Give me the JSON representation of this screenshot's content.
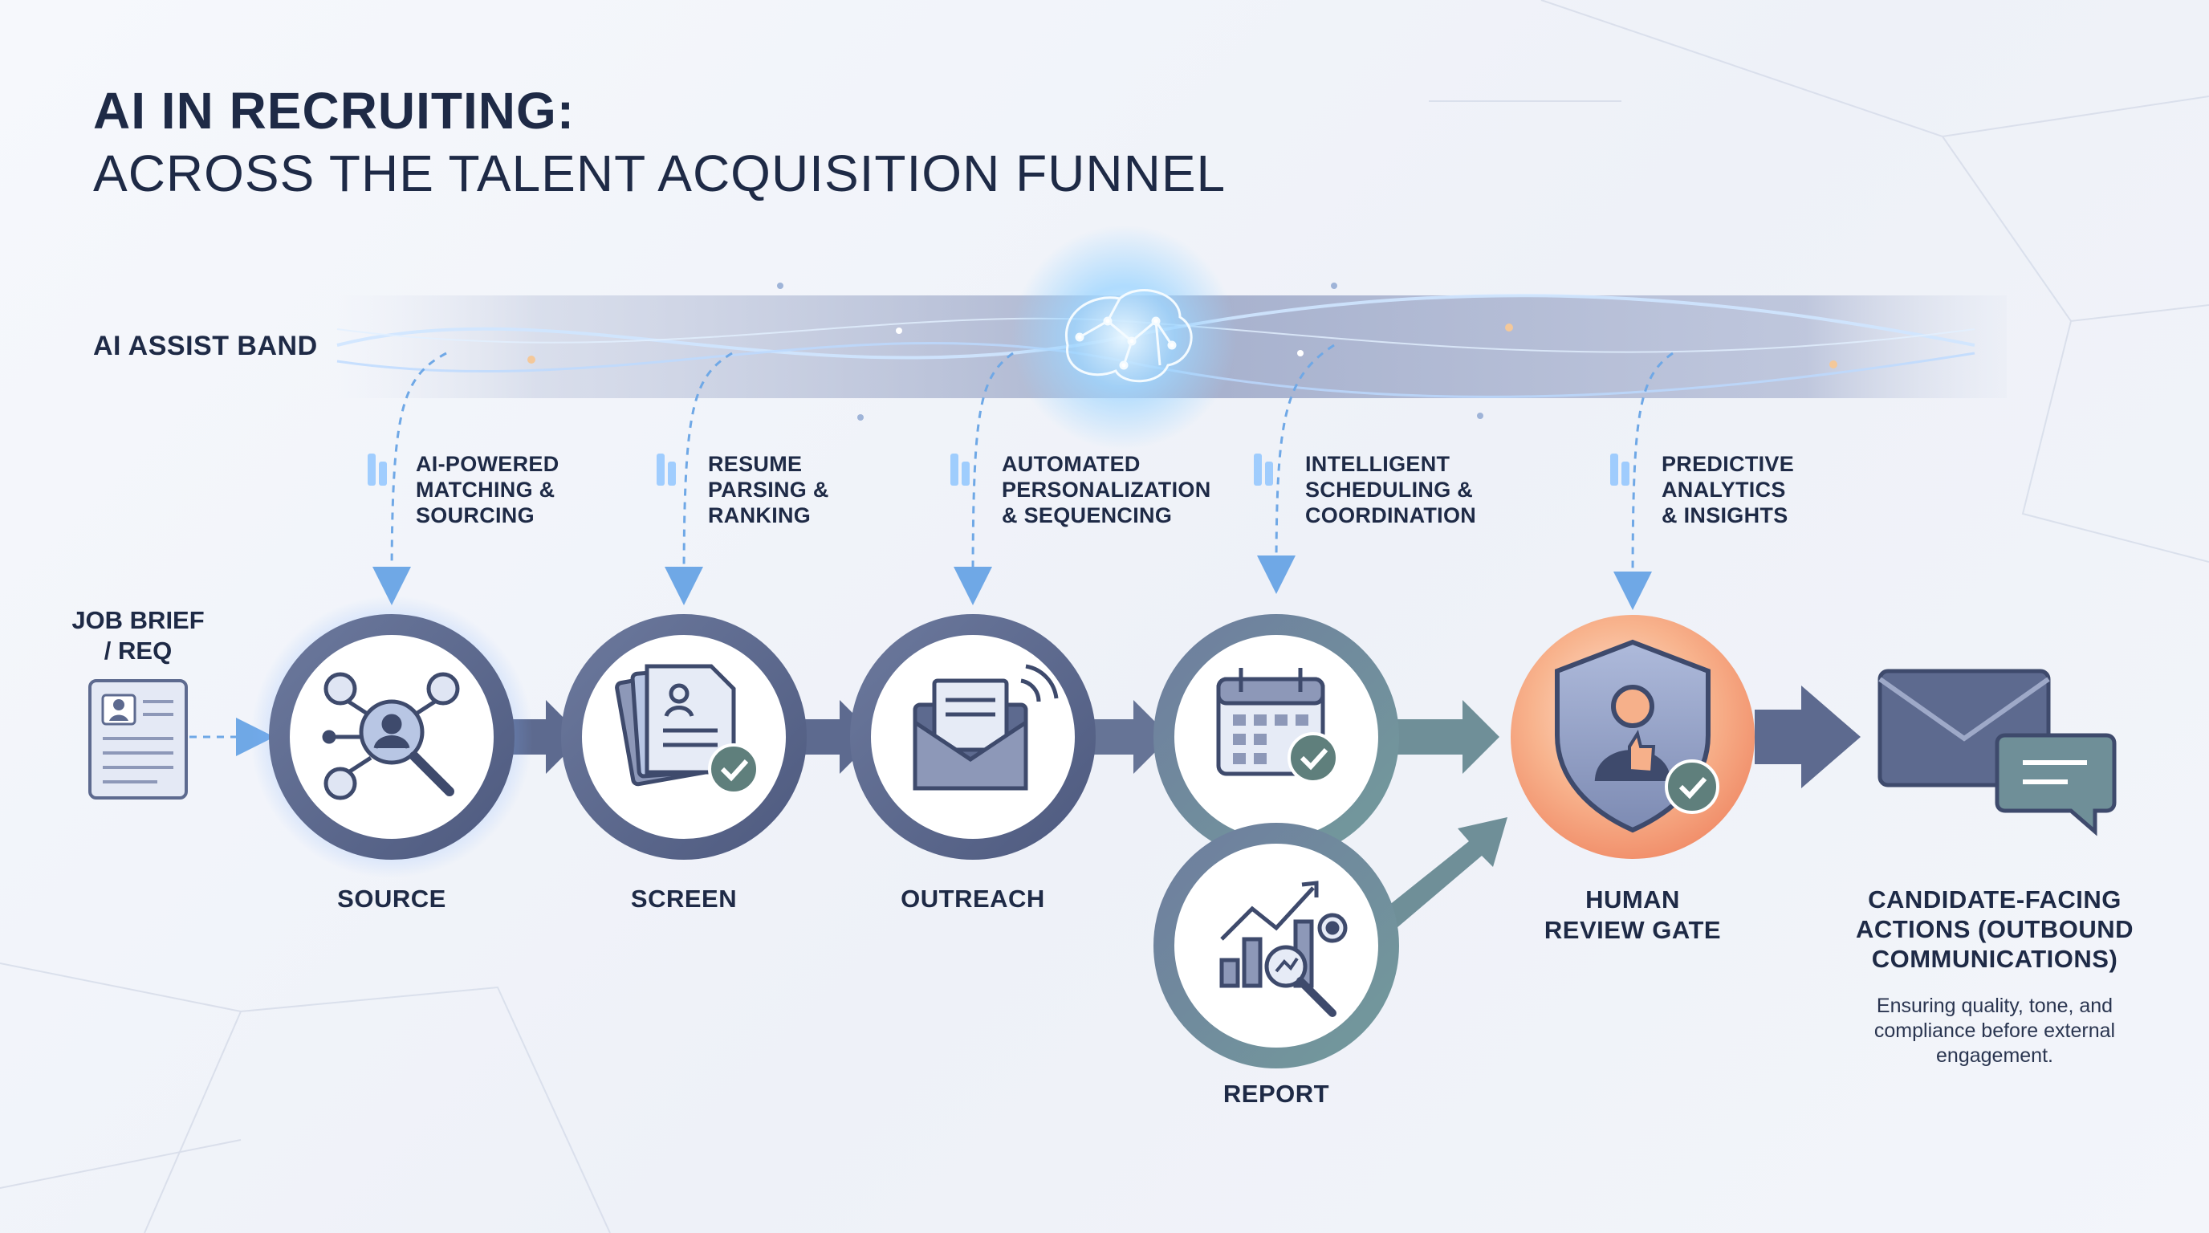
{
  "header": {
    "title": "AI IN RECRUITING:",
    "subtitle": "ACROSS THE TALENT ACQUISITION FUNNEL"
  },
  "band": {
    "label": "AI ASSIST BAND"
  },
  "inputs": {
    "job_brief_line1": "JOB BRIEF",
    "job_brief_line2": "/ REQ"
  },
  "ai_features": [
    {
      "line1": "AI-POWERED",
      "line2": "MATCHING &",
      "line3": "SOURCING"
    },
    {
      "line1": "RESUME",
      "line2": "PARSING &",
      "line3": "RANKING"
    },
    {
      "line1": "AUTOMATED",
      "line2": "PERSONALIZATION",
      "line3": "& SEQUENCING"
    },
    {
      "line1": "INTELLIGENT",
      "line2": "SCHEDULING &",
      "line3": "COORDINATION"
    },
    {
      "line1": "PREDICTIVE",
      "line2": "ANALYTICS",
      "line3": "& INSIGHTS"
    }
  ],
  "stages": {
    "source": "SOURCE",
    "screen": "SCREEN",
    "outreach": "OUTREACH",
    "report": "REPORT",
    "human_review_line1": "HUMAN",
    "human_review_line2": "REVIEW GATE",
    "candidate_line1": "CANDIDATE-FACING",
    "candidate_line2": "ACTIONS (OUTBOUND",
    "candidate_line3": "COMMUNICATIONS)"
  },
  "note": {
    "line1": "Ensuring quality, tone, and",
    "line2": "compliance before external",
    "line3": "engagement."
  },
  "colors": {
    "ring": "#5d6a8f",
    "ring_teal": "#6f8f98",
    "glow": "#8fb8ff",
    "human_gate": "#f6a37f",
    "dark_text": "#1e2a46",
    "accent_green": "#5f7f7c"
  }
}
